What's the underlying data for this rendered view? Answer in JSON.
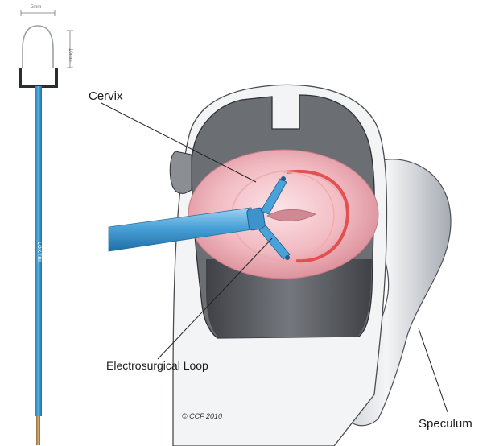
{
  "labels": {
    "cervix": "Cervix",
    "loop": "Electrosurgical Loop",
    "speculum": "Speculum",
    "copyright": "© CCF 2010",
    "dim_width": "5mm",
    "dim_height": "10mm",
    "brand": "LOKTRI"
  },
  "colors": {
    "instrument_blue": "#2f86bd",
    "loop_red": "#e0403f",
    "cervix_pink": "#efb6bd",
    "speculum_gray": "#d9dadd",
    "speculum_dark": "#5a5c61"
  }
}
